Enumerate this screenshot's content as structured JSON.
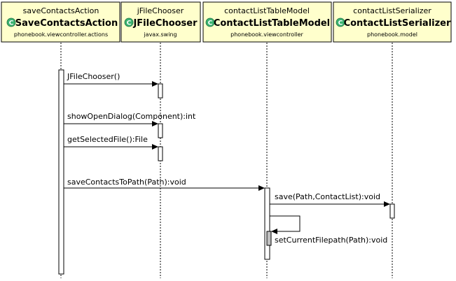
{
  "objects": [
    {
      "id": "saveContactsAction",
      "instance": "saveContactsAction",
      "className": "SaveContactsAction",
      "package": "phonebook.viewcontroller.actions",
      "icon": "class-icon",
      "iconLetter": "C"
    },
    {
      "id": "jFileChooser",
      "instance": "jFileChooser",
      "className": "JFileChooser",
      "package": "javax.swing",
      "icon": "class-icon",
      "iconLetter": "C"
    },
    {
      "id": "contactListTableModel",
      "instance": "contactListTableModel",
      "className": "ContactListTableModel",
      "package": "phonebook.viewcontroller",
      "icon": "class-icon",
      "iconLetter": "C"
    },
    {
      "id": "contactListSerializer",
      "instance": "contactListSerializer",
      "className": "ContactListSerializer",
      "package": "phonebook.model",
      "icon": "class-icon",
      "iconLetter": "C"
    }
  ],
  "messages": [
    {
      "label": "JFileChooser()",
      "from": "saveContactsAction",
      "to": "jFileChooser"
    },
    {
      "label": "showOpenDialog(Component):int",
      "from": "saveContactsAction",
      "to": "jFileChooser"
    },
    {
      "label": "getSelectedFile():File",
      "from": "saveContactsAction",
      "to": "jFileChooser"
    },
    {
      "label": "saveContactsToPath(Path):void",
      "from": "saveContactsAction",
      "to": "contactListTableModel"
    },
    {
      "label": "save(Path,ContactList):void",
      "from": "contactListTableModel",
      "to": "contactListSerializer"
    },
    {
      "label": "setCurrentFilepath(Path):void",
      "from": "contactListTableModel",
      "to": "contactListTableModel"
    }
  ],
  "colors": {
    "box_fill": "#ffffcc",
    "icon_fill": "#3cb371",
    "self_activation": "#c0c0c0"
  }
}
